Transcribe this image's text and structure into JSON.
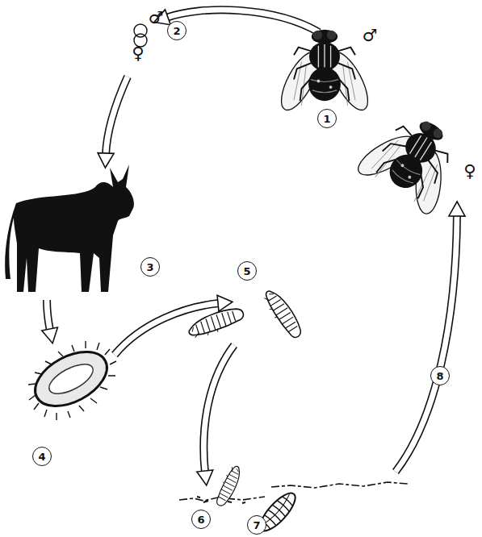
{
  "diagram": {
    "labels": [
      "♂",
      "♀",
      "2",
      "♂",
      "1",
      "♀",
      "3",
      "4",
      "5",
      "8",
      "6",
      "7"
    ]
  }
}
